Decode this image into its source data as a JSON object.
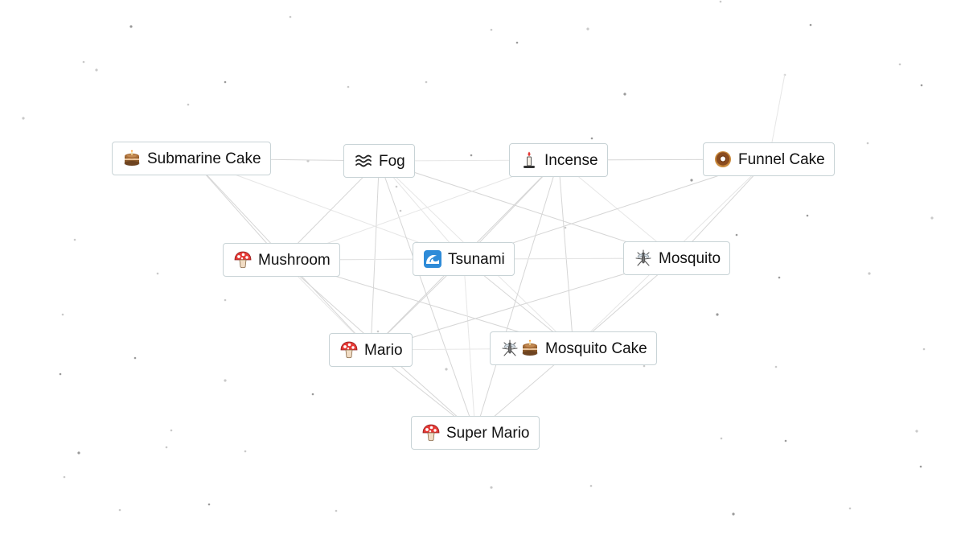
{
  "app": "Infinite Craft canvas",
  "elements": [
    {
      "id": "submarine-cake",
      "label": "Submarine Cake",
      "icons": [
        "cake-icon"
      ]
    },
    {
      "id": "fog",
      "label": "Fog",
      "icons": [
        "fog-icon"
      ]
    },
    {
      "id": "incense",
      "label": "Incense",
      "icons": [
        "candle-icon"
      ]
    },
    {
      "id": "funnel-cake",
      "label": "Funnel Cake",
      "icons": [
        "donut-icon"
      ]
    },
    {
      "id": "mushroom",
      "label": "Mushroom",
      "icons": [
        "mushroom-icon"
      ]
    },
    {
      "id": "tsunami",
      "label": "Tsunami",
      "icons": [
        "wave-icon"
      ]
    },
    {
      "id": "mosquito",
      "label": "Mosquito",
      "icons": [
        "mosquito-icon"
      ]
    },
    {
      "id": "mario",
      "label": "Mario",
      "icons": [
        "mushroom-icon"
      ]
    },
    {
      "id": "mosquito-cake",
      "label": "Mosquito Cake",
      "icons": [
        "mosquito-icon",
        "cake-icon"
      ]
    },
    {
      "id": "super-mario",
      "label": "Super Mario",
      "icons": [
        "mushroom-icon"
      ]
    }
  ],
  "connections": [
    [
      "submarine-cake",
      "fog"
    ],
    [
      "fog",
      "incense"
    ],
    [
      "incense",
      "funnel-cake"
    ],
    [
      "submarine-cake",
      "mushroom"
    ],
    [
      "submarine-cake",
      "tsunami"
    ],
    [
      "submarine-cake",
      "mario"
    ],
    [
      "fog",
      "mushroom"
    ],
    [
      "fog",
      "tsunami"
    ],
    [
      "fog",
      "mario"
    ],
    [
      "fog",
      "mosquito"
    ],
    [
      "fog",
      "mosquito-cake"
    ],
    [
      "fog",
      "super-mario"
    ],
    [
      "incense",
      "tsunami"
    ],
    [
      "incense",
      "mosquito"
    ],
    [
      "incense",
      "mosquito-cake"
    ],
    [
      "incense",
      "super-mario"
    ],
    [
      "incense",
      "mushroom"
    ],
    [
      "incense",
      "mario"
    ],
    [
      "funnel-cake",
      "mosquito"
    ],
    [
      "funnel-cake",
      "mosquito-cake"
    ],
    [
      "funnel-cake",
      "tsunami"
    ],
    [
      "mushroom",
      "tsunami"
    ],
    [
      "mushroom",
      "mario"
    ],
    [
      "mushroom",
      "mosquito-cake"
    ],
    [
      "mushroom",
      "super-mario"
    ],
    [
      "tsunami",
      "mosquito"
    ],
    [
      "tsunami",
      "mario"
    ],
    [
      "tsunami",
      "mosquito-cake"
    ],
    [
      "tsunami",
      "super-mario"
    ],
    [
      "mosquito",
      "mosquito-cake"
    ],
    [
      "mosquito",
      "mario"
    ],
    [
      "mario",
      "mosquito-cake"
    ],
    [
      "mario",
      "super-mario"
    ],
    [
      "mosquito-cake",
      "super-mario"
    ],
    [
      "mushroom",
      "mosquito"
    ]
  ],
  "colors": {
    "background": "#ffffff",
    "node_border": "#c8d3d6",
    "edge": "#d6d6d6",
    "dot": "#c9c9c9"
  }
}
